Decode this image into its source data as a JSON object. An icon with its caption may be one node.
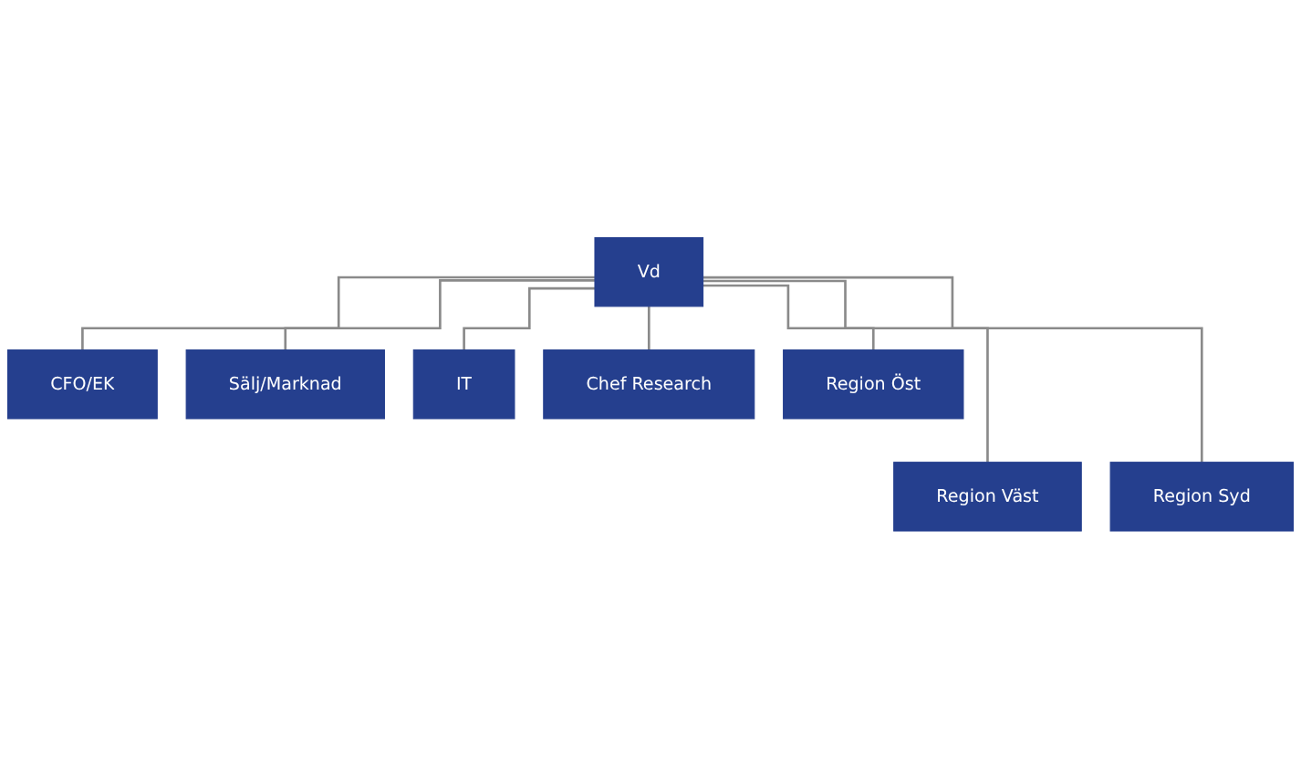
{
  "diagram": {
    "nodes": [
      {
        "text": [
          "Vd"
        ]
      },
      {
        "text": [
          "CFO/EK"
        ]
      },
      {
        "text": [
          "Sälj/Marknad"
        ]
      },
      {
        "text": [
          "IT"
        ]
      },
      {
        "text": [
          "Chef Research"
        ]
      },
      {
        "text": [
          "Region Öst"
        ]
      },
      {
        "text": [
          "Region Väst"
        ]
      },
      {
        "text": [
          "Region Syd"
        ]
      }
    ],
    "edges": [
      {
        "from": 0,
        "to": 1,
        "arrow": "none"
      },
      {
        "from": 0,
        "to": 2,
        "arrow": "none"
      },
      {
        "from": 0,
        "to": 3,
        "arrow": "none"
      },
      {
        "from": 0,
        "to": 4,
        "arrow": "none"
      },
      {
        "from": 0,
        "to": 5,
        "arrow": "none"
      },
      {
        "from": 0,
        "to": 6,
        "arrow": "none"
      },
      {
        "from": 0,
        "to": 7,
        "arrow": "none"
      }
    ]
  }
}
